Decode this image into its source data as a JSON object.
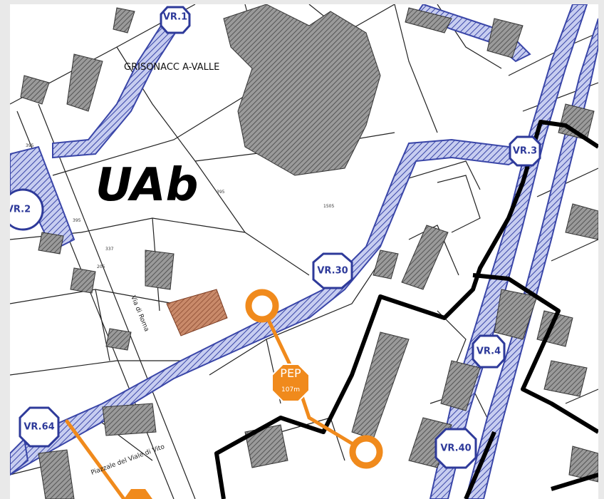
{
  "map": {
    "zone_label": "UAb",
    "place_label": "GRISONACC A-VALLE",
    "street_label": "Via di Roma",
    "street_label_2": "Piazzale del Viale di Vito",
    "pep": {
      "title": "PEP",
      "sub": "107m"
    },
    "vr_labels": [
      "VR.1",
      "VR.2",
      "VR.30",
      "VR.3",
      "VR.4",
      "VR.40",
      "VR.64"
    ],
    "parcel_numbers": [
      "395",
      "395",
      "337",
      "205",
      "395",
      "1505"
    ],
    "colors": {
      "road_blue": "#3a46a8",
      "route_orange": "#f08a1c",
      "zone_black": "#000000",
      "building_grey": "#7a7a7a",
      "highlight_brown": "#b06a4a"
    }
  }
}
